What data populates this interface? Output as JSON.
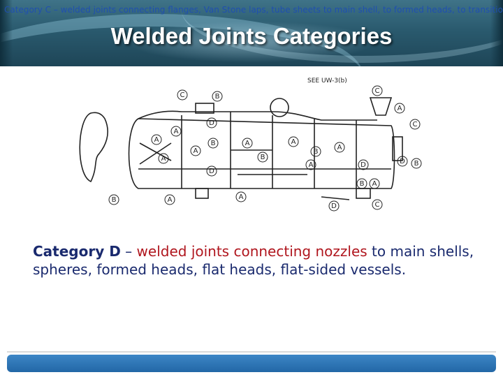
{
  "overlay_text": "Category C – welded joints connecting flanges, Van Stone laps, tube sheets to main shell, to formed heads, to transition in",
  "slide": {
    "title": "Welded Joints Categories"
  },
  "diagram": {
    "reference_label": "SEE UW-3(b)",
    "joint_labels": [
      "A",
      "B",
      "C",
      "D"
    ]
  },
  "body": {
    "lead": "Category D",
    "dash": " – ",
    "red_text_1": "welded joints connecting nozzles",
    "plain_text_1": " to main shells, spheres, formed heads, flat heads, flat-sided vessels."
  },
  "colors": {
    "header": "#2a5a6e",
    "title": "#ffffff",
    "body_text": "#1a2a6e",
    "accent_red": "#b0161e",
    "footer_bar": "#2267a6"
  }
}
